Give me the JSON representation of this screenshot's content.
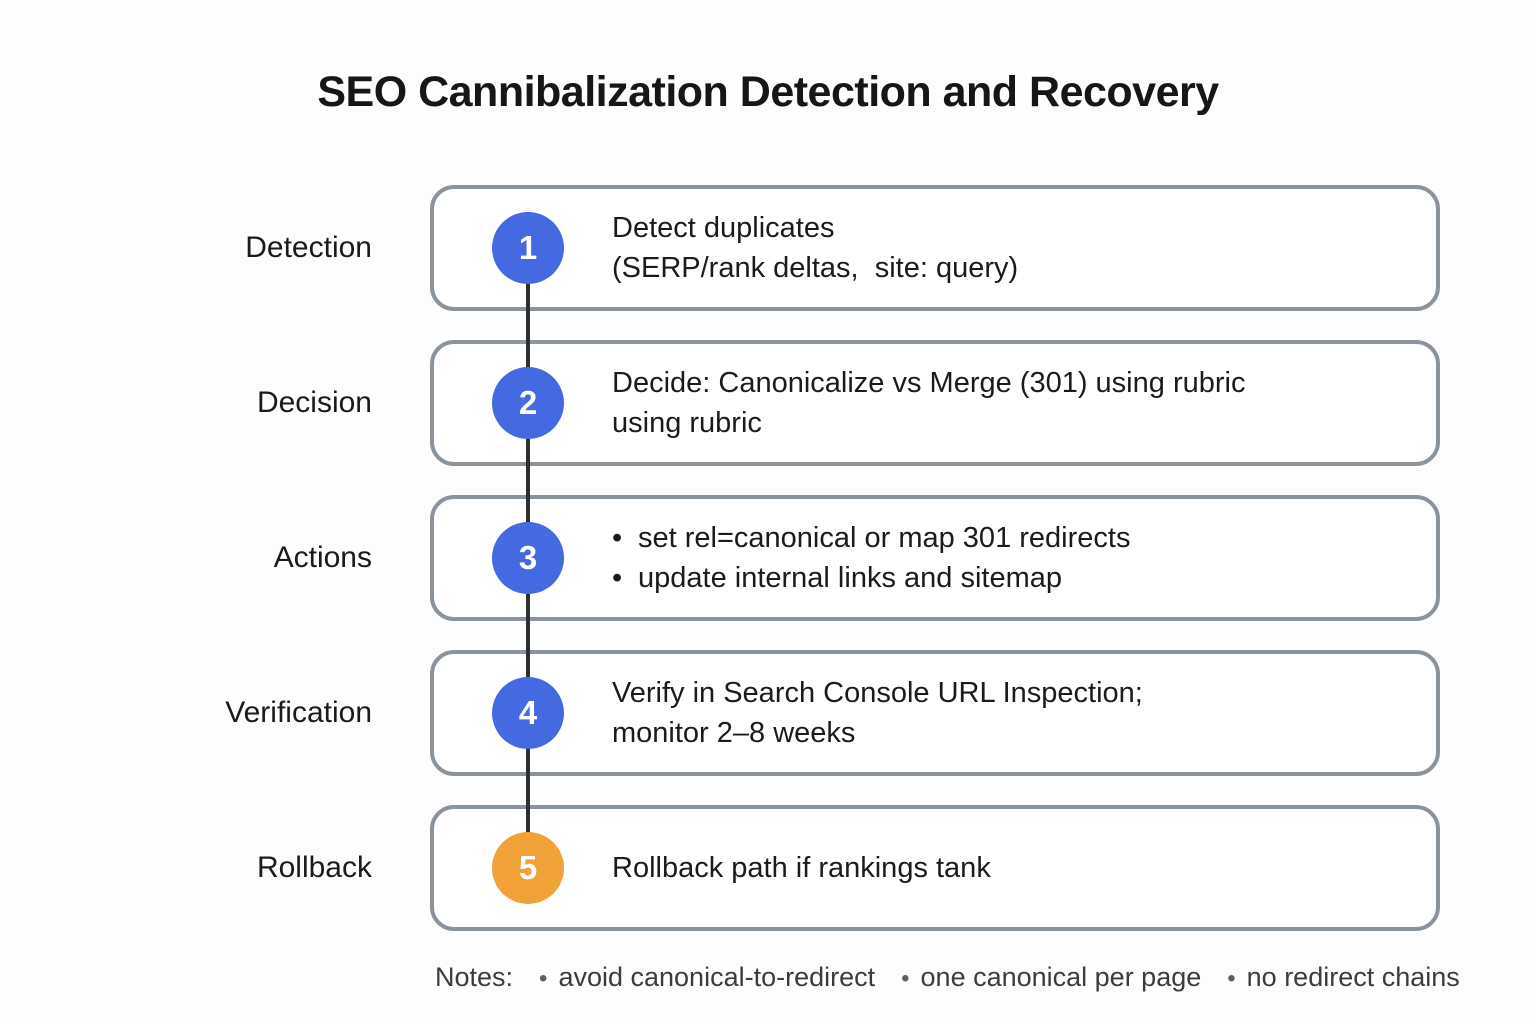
{
  "title": "SEO Cannibalization Detection and Recovery",
  "colors": {
    "step_badge_blue": "#4569e1",
    "step_badge_orange": "#f0a238",
    "box_border_gray": "#8b939c",
    "connector_line": "#2f2f30",
    "background": "#fdfdfd"
  },
  "steps": [
    {
      "label": "Detection",
      "number": "1",
      "badge_color": "#4569e1",
      "lines": [
        "Detect duplicates",
        "(SERP/rank deltas,  site: query)"
      ]
    },
    {
      "label": "Decision",
      "number": "2",
      "badge_color": "#4569e1",
      "lines": [
        "Decide: Canonicalize vs Merge (301) using rubric",
        "using rubric"
      ]
    },
    {
      "label": "Actions",
      "number": "3",
      "badge_color": "#4569e1",
      "bullet": "•",
      "bullet_lines": [
        "set rel=canonical or map 301 redirects",
        "update internal links and sitemap"
      ]
    },
    {
      "label": "Verification",
      "number": "4",
      "badge_color": "#4569e1",
      "lines": [
        "Verify in Search Console URL Inspection;",
        "monitor 2–8 weeks"
      ]
    },
    {
      "label": "Rollback",
      "number": "5",
      "badge_color": "#f0a238",
      "lines": [
        "Rollback path if rankings tank"
      ]
    }
  ],
  "notes": {
    "prefix": "Notes:",
    "bullet": "•",
    "items": [
      "avoid canonical-to-redirect",
      "one canonical per page",
      "no redirect chains"
    ]
  }
}
